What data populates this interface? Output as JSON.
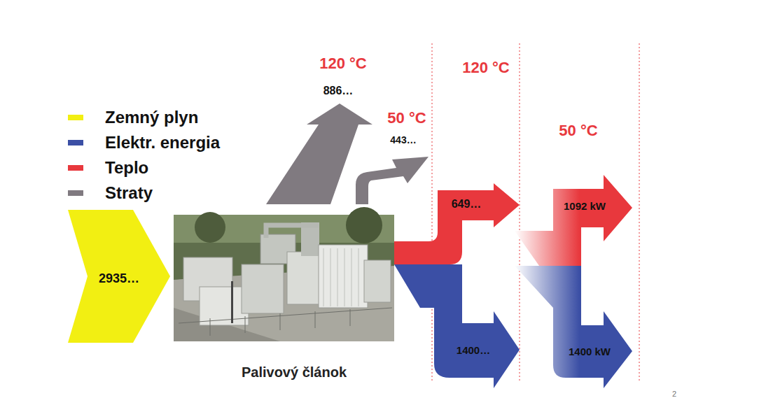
{
  "diagram": {
    "nodes": [
      {
        "text": [
          "2935…"
        ]
      },
      {
        "text": [
          "Palivový článok"
        ]
      },
      {
        "text": [
          "886…"
        ]
      },
      {
        "text": [
          "443…"
        ]
      },
      {
        "text": [
          "649…"
        ]
      },
      {
        "text": [
          "1400…"
        ]
      },
      {
        "text": [
          "1092 kW"
        ]
      },
      {
        "text": [
          "1400 kW"
        ]
      }
    ],
    "labels": [
      "120 °C",
      "50 °C",
      "120 °C",
      "50 °C",
      "2"
    ],
    "legend": [
      {
        "text": "Zemný plyn",
        "color": "#f2ef12"
      },
      {
        "text": "Elektr. energia",
        "color": "#3b4fa5"
      },
      {
        "text": "Teplo",
        "color": "#e8383d"
      },
      {
        "text": "Straty",
        "color": "#807a80"
      }
    ]
  }
}
